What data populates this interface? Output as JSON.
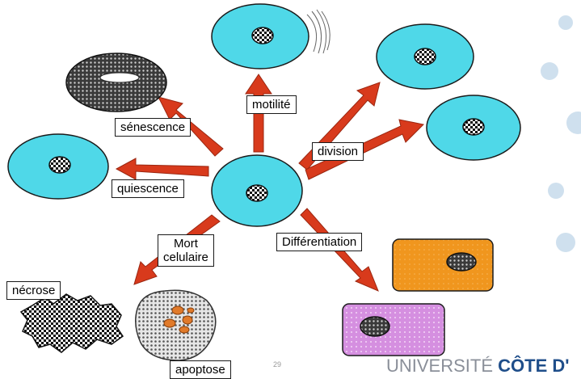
{
  "labels": {
    "motilite": "motilité",
    "senescence": "sénescence",
    "division": "division",
    "quiescence": "quiescence",
    "mort_line1": "Mort",
    "mort_line2": "celulaire",
    "differentiation": "Différentiation",
    "necrose": "nécrose",
    "apoptose": "apoptose"
  },
  "footer": {
    "university_light": "UNIVERSITÉ ",
    "university_bold": "CÔTE D'",
    "page_number": "29"
  },
  "colors": {
    "cell_cyan": "#4fd8e8",
    "arrow_red": "#d83a1c",
    "diff_orange": "#f0961e",
    "diff_violet": "#d58fe0",
    "deco_dots": "#cfe0ee"
  }
}
